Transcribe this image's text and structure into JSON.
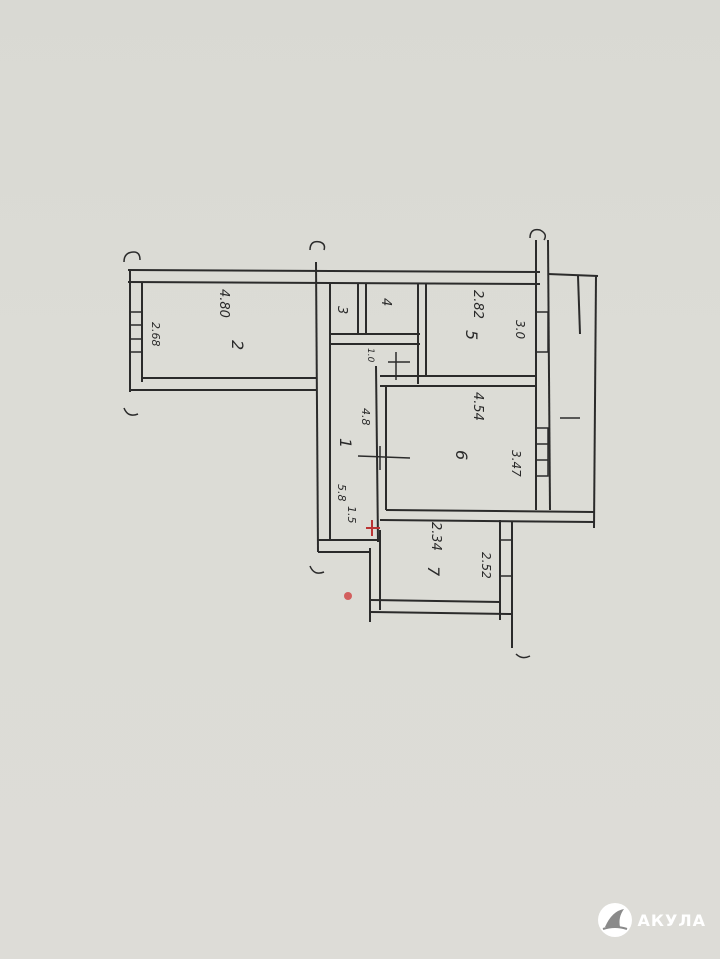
{
  "plan": {
    "rooms": [
      {
        "number": "1",
        "dims": [
          "4.8",
          "5.8",
          "1.5"
        ]
      },
      {
        "number": "2",
        "dims": [
          "4.80",
          "2.68"
        ]
      },
      {
        "number": "3",
        "dims": []
      },
      {
        "number": "4",
        "dims": [
          "1.0"
        ]
      },
      {
        "number": "5",
        "dims": [
          "2.82",
          "3.0"
        ]
      },
      {
        "number": "6",
        "dims": [
          "4.54",
          "3.47"
        ]
      },
      {
        "number": "7",
        "dims": [
          "2.34",
          "2.52"
        ]
      }
    ]
  },
  "watermark": {
    "brand": "АКУЛА",
    "logo_icon": "shark-fin-icon",
    "color": "#ffffff"
  }
}
